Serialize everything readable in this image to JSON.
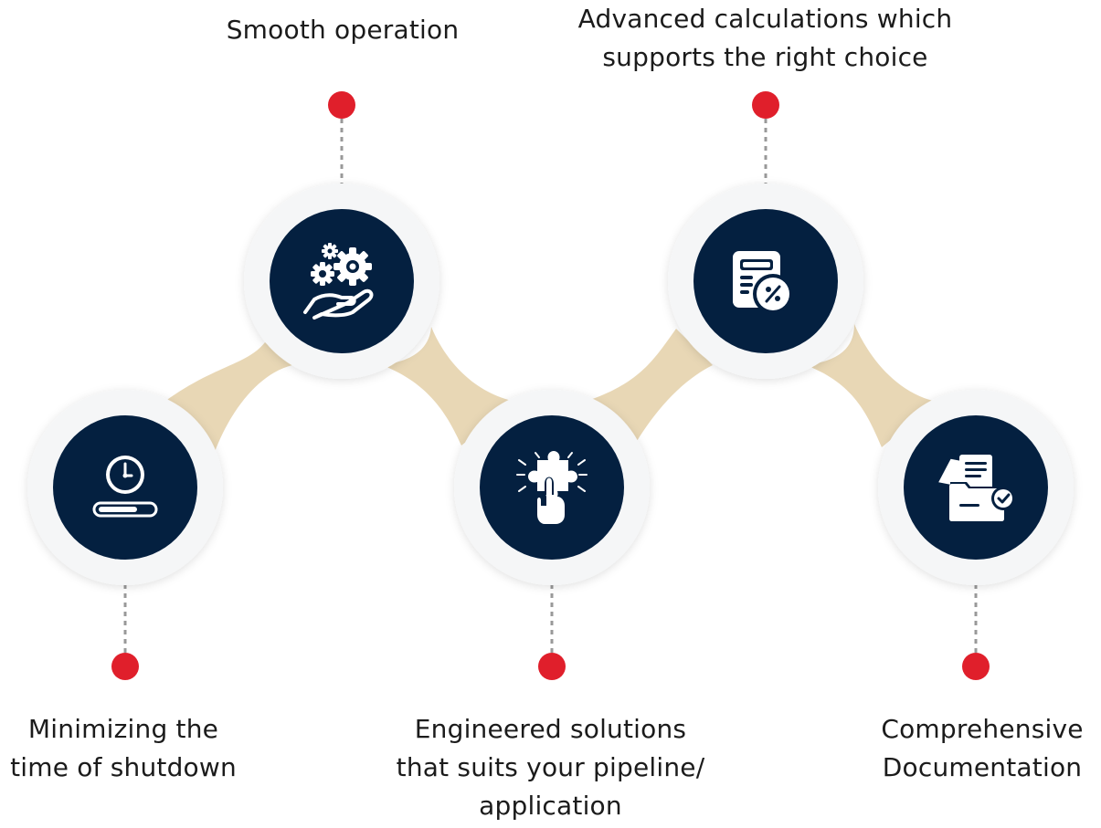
{
  "colors": {
    "navy": "#042040",
    "ring": "#f5f6f7",
    "connector": "#e8d7b5",
    "dot": "#e01f2b",
    "dash": "#999999",
    "icon": "#ffffff"
  },
  "steps": [
    {
      "icon": "clock-loading-icon",
      "lines": [
        "Minimizing the",
        "time of shutdown"
      ]
    },
    {
      "icon": "gears-hand-icon",
      "lines": [
        "Smooth operation"
      ]
    },
    {
      "icon": "puzzle-hand-icon",
      "lines": [
        "Engineered solutions",
        "that suits your pipeline/",
        "application"
      ]
    },
    {
      "icon": "calculator-percent-icon",
      "lines": [
        "Advanced calculations which",
        "supports the right choice"
      ]
    },
    {
      "icon": "folder-documents-icon",
      "lines": [
        "Comprehensive",
        "Documentation"
      ]
    }
  ]
}
